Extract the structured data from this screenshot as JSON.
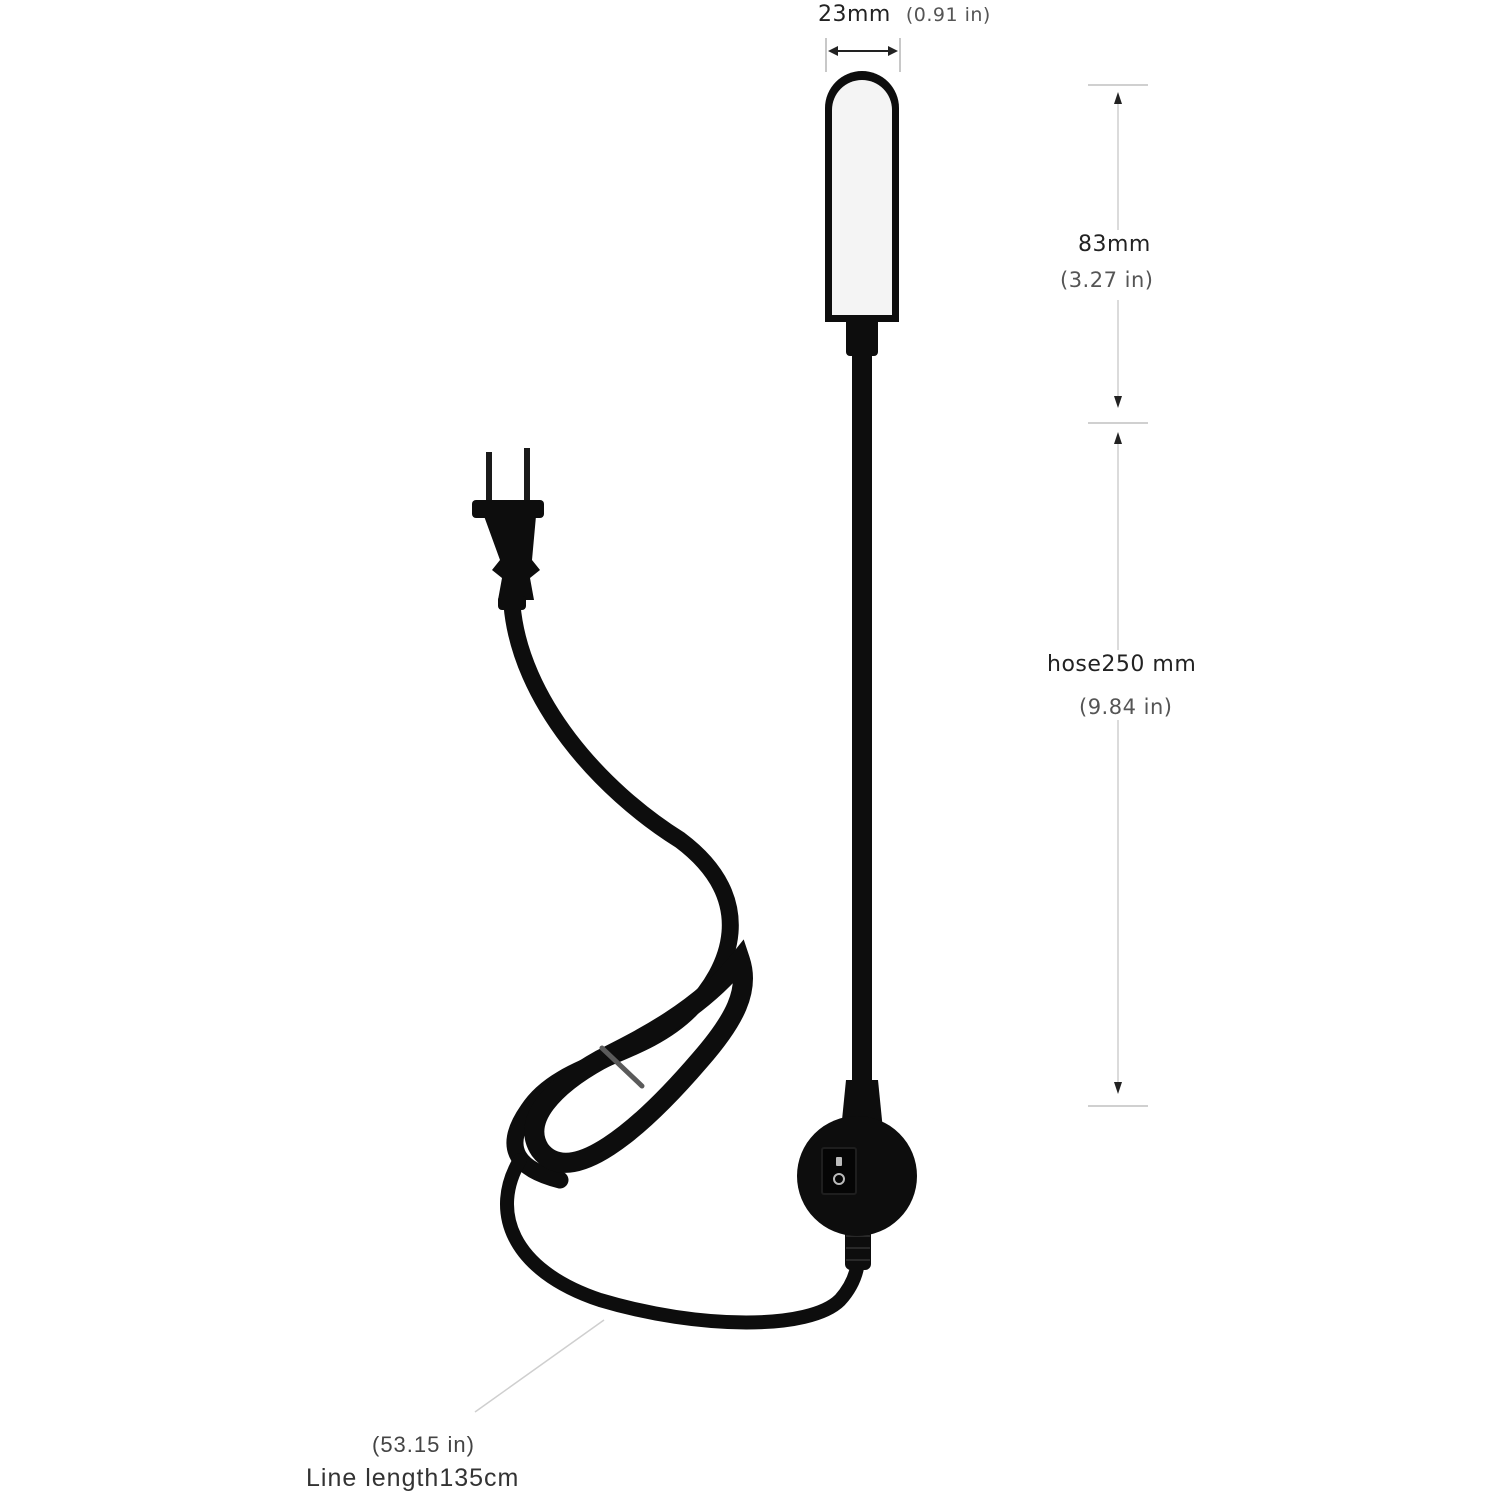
{
  "diagram": {
    "title": "",
    "colors": {
      "product": "#0d0d0d",
      "led_panel": "#f4f4f4",
      "dimension_lines": "#bfbfbf",
      "arrow": "#222222",
      "text": "#2a2a2a"
    },
    "components": {
      "lamp_head": "led-panel",
      "gooseneck": "hose",
      "base": "round-base-with-rocker-switch",
      "cable": "coiled-power-cord",
      "plug": "us-two-prong-plug"
    },
    "dimensions": {
      "width": {
        "metric": "23mm",
        "imperial": "(0.91 in)"
      },
      "head_height": {
        "metric": "83mm",
        "imperial": "(3.27 in)"
      },
      "hose": {
        "prefix": "hose",
        "value": "250",
        "unit": "mm",
        "imperial": "(9.84 in)"
      },
      "line": {
        "imperial": "(53.15 in)",
        "label": "Line length135cm"
      }
    },
    "switch": {
      "on_symbol": "I",
      "off_symbol": "O"
    }
  }
}
